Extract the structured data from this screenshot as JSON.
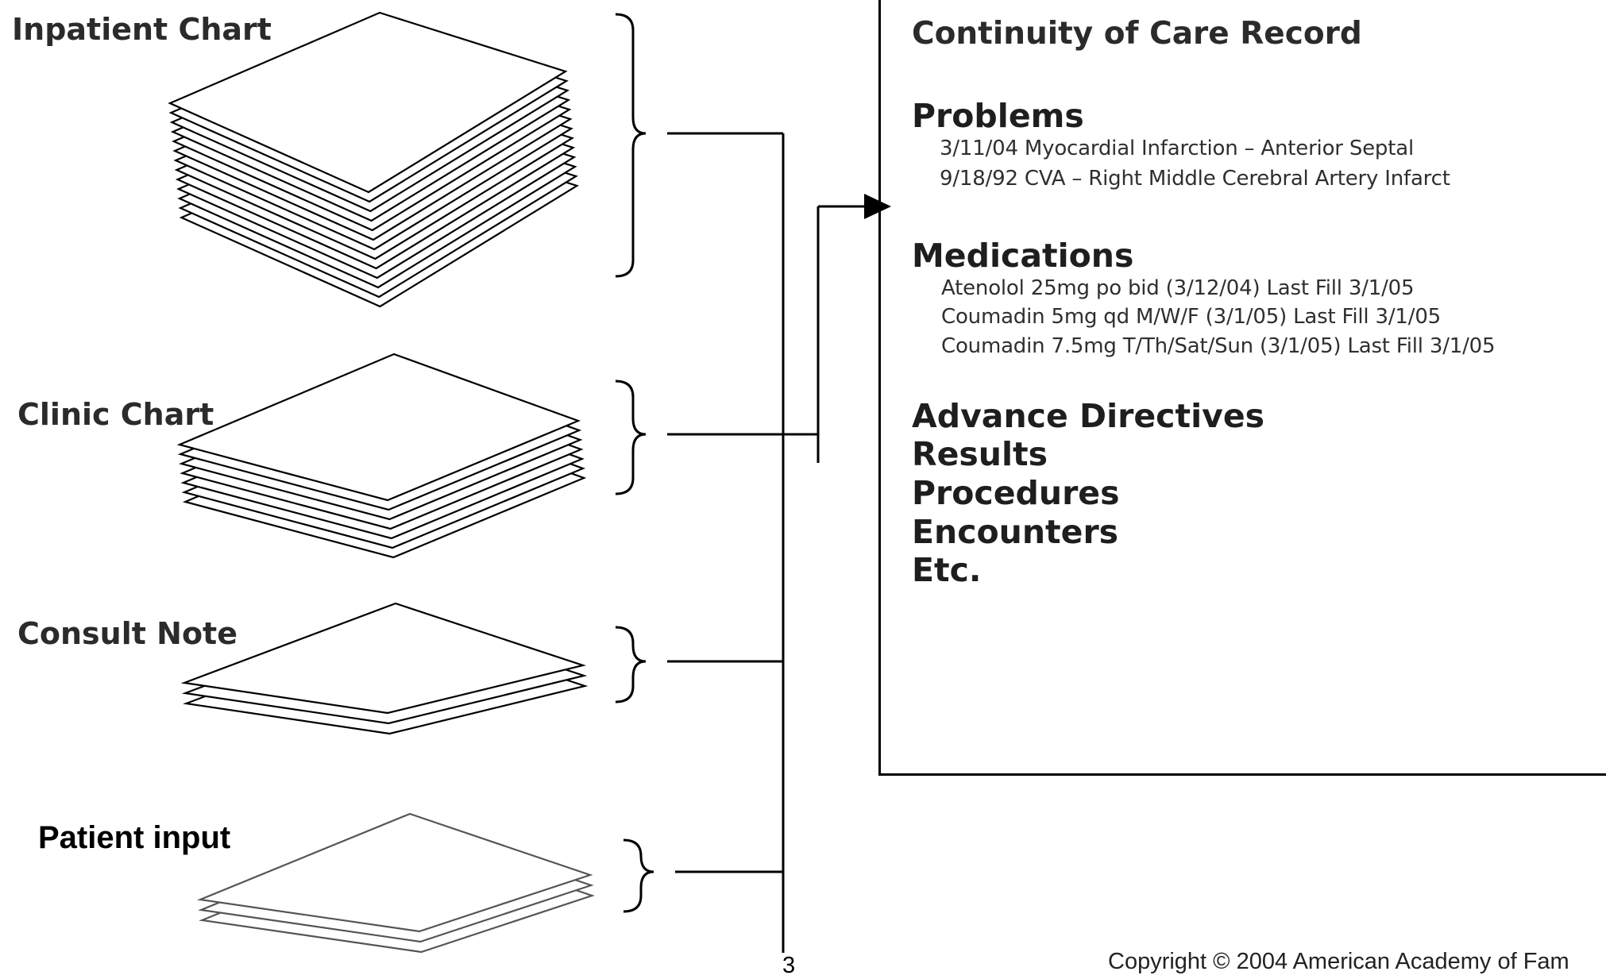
{
  "sources": [
    {
      "label": "Inpatient Chart",
      "sheets": 13
    },
    {
      "label": "Clinic Chart",
      "sheets": 7
    },
    {
      "label": "Consult Note",
      "sheets": 3
    },
    {
      "label": "Patient input",
      "sheets": 3
    }
  ],
  "ccr": {
    "title": "Continuity of Care Record",
    "problems": {
      "heading": "Problems",
      "items": [
        "3/11/04 Myocardial Infarction – Anterior Septal",
        "9/18/92 CVA – Right Middle Cerebral Artery Infarct"
      ]
    },
    "medications": {
      "heading": "Medications",
      "items": [
        "Atenolol 25mg po bid (3/12/04) Last Fill 3/1/05",
        "Coumadin 5mg qd M/W/F (3/1/05) Last Fill 3/1/05",
        "Coumadin 7.5mg T/Th/Sat/Sun (3/1/05) Last Fill 3/1/05"
      ]
    },
    "sections": [
      "Advance Directives",
      "Results",
      "Procedures",
      "Encounters",
      "Etc."
    ]
  },
  "footer": {
    "slide_number": "3",
    "copyright": "Copyright © 2004 American Academy of Fam"
  }
}
